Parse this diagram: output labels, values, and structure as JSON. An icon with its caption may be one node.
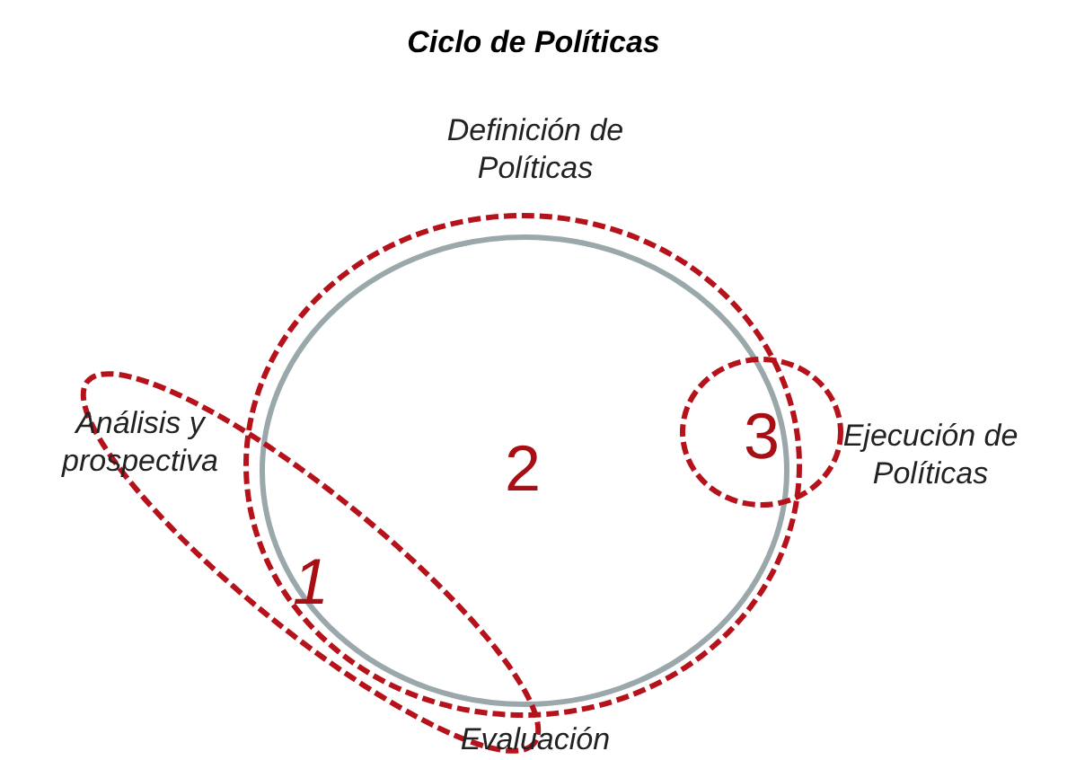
{
  "diagram": {
    "title": "Ciclo de Políticas",
    "nodes": [
      {
        "text": [
          "2"
        ]
      },
      {
        "text": [
          "3"
        ]
      },
      {
        "text": [
          "1"
        ]
      }
    ],
    "labels": [
      "Definición de Políticas",
      "Análisis y prospectiva",
      "Ejecución de Políticas",
      "Evaluación"
    ]
  }
}
